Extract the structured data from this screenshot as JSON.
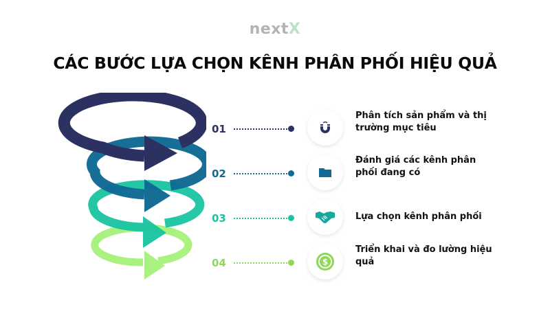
{
  "brand": {
    "logo_main": "next",
    "logo_accent": "X",
    "logo_color": "#b3b3b3",
    "logo_accent_color": "#bde3c6"
  },
  "title": "CÁC BƯỚC LỰA CHỌN KÊNH PHÂN PHỐI HIỆU QUẢ",
  "steps": [
    {
      "number": "01",
      "label": "Phân tích sản phẩm và thị trường mục tiêu",
      "icon": "magnet-icon",
      "color": "#2b3160"
    },
    {
      "number": "02",
      "label": "Đánh giá các kênh phân phối đang có",
      "icon": "folder-icon",
      "color": "#0f6a94"
    },
    {
      "number": "03",
      "label": "Lựa chọn kênh phân phối",
      "icon": "handshake-icon",
      "color": "#19c4a1"
    },
    {
      "number": "04",
      "label": "Triển khai và đo lường hiệu quả",
      "icon": "dollar-coin-icon",
      "color": "#8fd85a"
    }
  ],
  "spiral_colors": [
    "#2b3160",
    "#0f6a94",
    "#19c4a1",
    "#a6f27a"
  ]
}
